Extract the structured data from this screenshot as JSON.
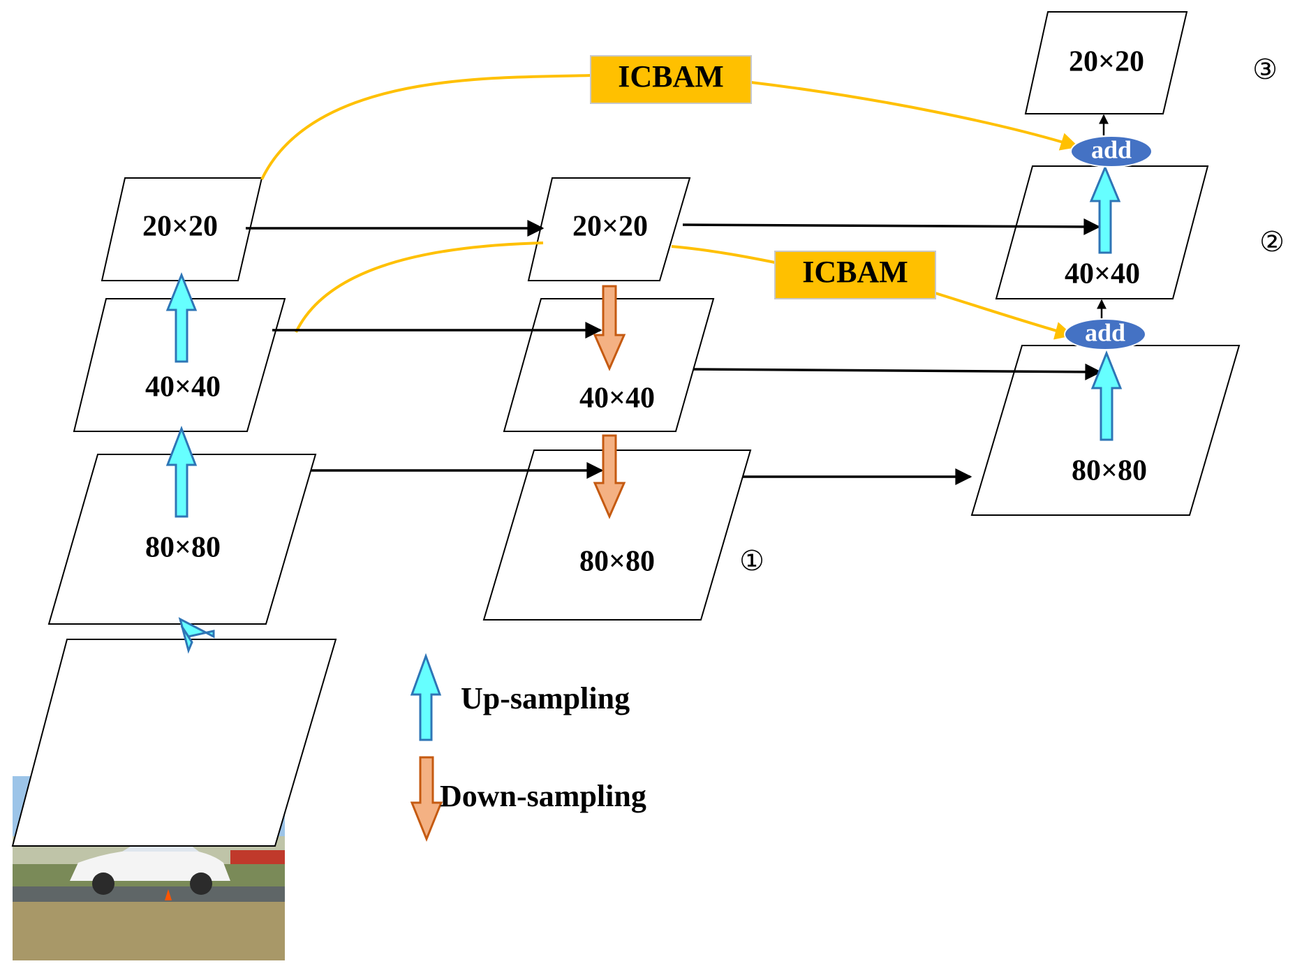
{
  "feature_maps": {
    "left_top": "20×20",
    "left_mid": "40×40",
    "left_bottom": "80×80",
    "mid_top": "20×20",
    "mid_mid": "40×40",
    "mid_bottom": "80×80",
    "right_top": "20×20",
    "right_mid": "40×40",
    "right_bottom": "80×80"
  },
  "attention_blocks": {
    "upper": "ICBAM",
    "lower": "ICBAM"
  },
  "fusion_nodes": {
    "upper": "add",
    "lower": "add"
  },
  "stage_markers": {
    "one": "①",
    "two": "②",
    "three": "③"
  },
  "legend": {
    "up_label": "Up-sampling",
    "down_label": "Down-sampling"
  },
  "colors": {
    "up_arrow_fill": "#66ffff",
    "down_arrow_fill": "#f4b183",
    "icbam_fill": "#ffc000",
    "add_node_fill": "#4472c4",
    "connection_line": "#ffc000"
  }
}
